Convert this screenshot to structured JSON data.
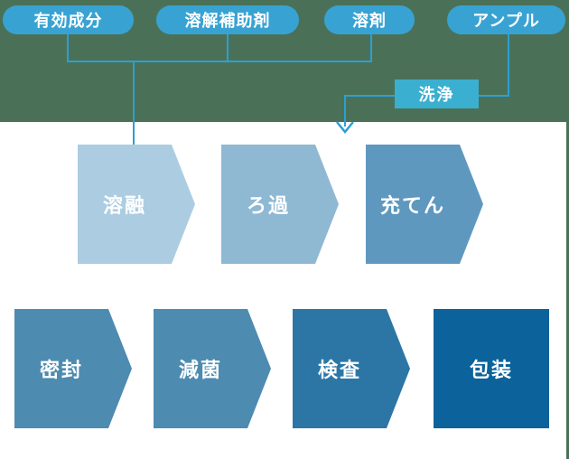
{
  "colors": {
    "band_green": "#4A7157",
    "pill_blue": "#38A3D3",
    "wash_blue": "#3AAFD0",
    "line_blue": "#2C9FD5",
    "text_white": "#FFFFFF"
  },
  "sources": [
    {
      "label": "有効成分"
    },
    {
      "label": "溶解補助剤"
    },
    {
      "label": "溶剤"
    },
    {
      "label": "アンプル"
    }
  ],
  "wash": {
    "label": "洗浄"
  },
  "process_row1": [
    {
      "label": "溶融",
      "color": "#ACCDE1"
    },
    {
      "label": "ろ過",
      "color": "#8FB8D3"
    },
    {
      "label": "充てん",
      "color": "#5F98BF"
    }
  ],
  "process_row2": [
    {
      "label": "密封",
      "color": "#4D8BB1"
    },
    {
      "label": "減菌",
      "color": "#4D8BB1"
    },
    {
      "label": "検査",
      "color": "#2C76A6"
    },
    {
      "label": "包装",
      "color": "#0C629A"
    }
  ]
}
